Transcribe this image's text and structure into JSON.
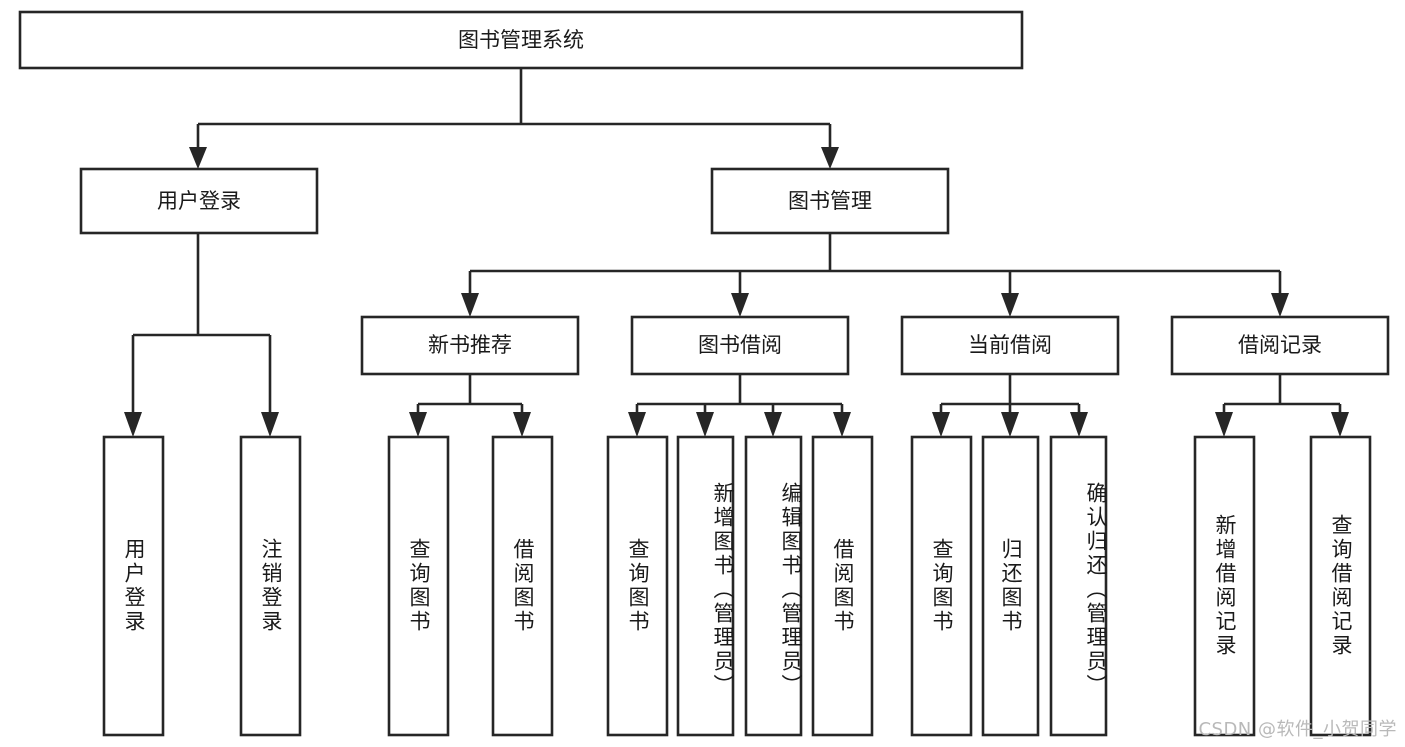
{
  "diagram": {
    "title": "图书管理系统",
    "type": "tree-hierarchy-chart",
    "root": {
      "label": "图书管理系统"
    },
    "level2": [
      {
        "label": "用户登录"
      },
      {
        "label": "图书管理"
      }
    ],
    "level3": [
      {
        "label": "新书推荐"
      },
      {
        "label": "图书借阅"
      },
      {
        "label": "当前借阅"
      },
      {
        "label": "借阅记录"
      }
    ],
    "leaves": {
      "user_login": [
        {
          "label": "用户登录"
        },
        {
          "label": "注销登录"
        }
      ],
      "new_book_recommend": [
        {
          "label": "查询图书"
        },
        {
          "label": "借阅图书"
        }
      ],
      "book_borrow": [
        {
          "label": "查询图书"
        },
        {
          "label": "新增图书（管理员）"
        },
        {
          "label": "编辑图书（管理员）"
        },
        {
          "label": "借阅图书"
        }
      ],
      "current_borrow": [
        {
          "label": "查询图书"
        },
        {
          "label": "归还图书"
        },
        {
          "label": "确认归还（管理员）"
        }
      ],
      "borrow_record": [
        {
          "label": "新增借阅记录"
        },
        {
          "label": "查询借阅记录"
        }
      ]
    }
  },
  "watermark": {
    "text": "CSDN @软件_小贺同学"
  },
  "colors": {
    "stroke": "#262626",
    "fill": "#ffffff",
    "text": "#1a1a1a",
    "watermark": "#b9b9b9"
  }
}
